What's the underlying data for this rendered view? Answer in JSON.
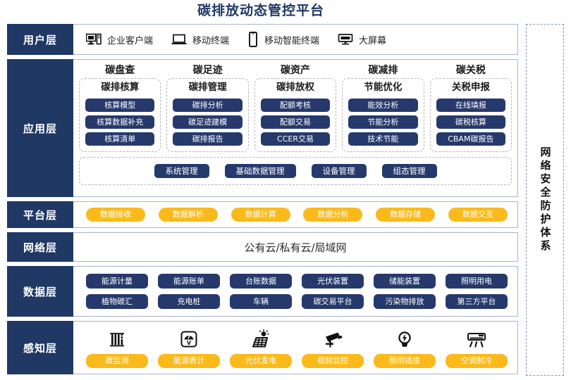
{
  "title": "碳排放动态管控平台",
  "security_column": {
    "label": "网络安全防护体系"
  },
  "layers": {
    "user": {
      "label": "用户层",
      "items": [
        {
          "icon": "desktop-tower-icon",
          "label": "企业客户端"
        },
        {
          "icon": "laptop-icon",
          "label": "移动终端"
        },
        {
          "icon": "smartphone-icon",
          "label": "移动智能终端"
        },
        {
          "icon": "large-screen-icon",
          "label": "大屏幕"
        }
      ]
    },
    "application": {
      "label": "应用层",
      "groups": [
        {
          "title": "碳盘查",
          "subtitle": "碳排核算",
          "items": [
            "核算模型",
            "核算数据补充",
            "核算清单"
          ]
        },
        {
          "title": "碳足迹",
          "subtitle": "碳排管理",
          "items": [
            "碳排分析",
            "碳足迹建模",
            "碳排报告"
          ]
        },
        {
          "title": "碳资产",
          "subtitle": "碳排放权",
          "items": [
            "配额考核",
            "配额交易",
            "CCER交易"
          ]
        },
        {
          "title": "碳减排",
          "subtitle": "节能优化",
          "items": [
            "能效分析",
            "节能分析",
            "技术节能"
          ]
        },
        {
          "title": "碳关税",
          "subtitle": "关税申报",
          "items": [
            "在线填报",
            "碳税核算",
            "CBAM碳报告"
          ]
        }
      ],
      "management": [
        "系统管理",
        "基础数据管理",
        "设备管理",
        "组态管理"
      ]
    },
    "platform": {
      "label": "平台层",
      "items": [
        "数据接收",
        "数据解析",
        "数据计算",
        "数据分析",
        "数据存储",
        "数据交互"
      ]
    },
    "network": {
      "label": "网络层",
      "text": "公有云/私有云/局域网"
    },
    "data": {
      "label": "数据层",
      "row1": [
        "能源计量",
        "能源账单",
        "台账数据",
        "光伏装置",
        "储能装置",
        "照明用电"
      ],
      "row2": [
        "植物碳汇",
        "充电桩",
        "车辆",
        "碳交易平台",
        "污染物排放",
        "第三方平台"
      ]
    },
    "sense": {
      "label": "感知层",
      "icons": [
        "carbon-monitor-icon",
        "energy-meter-icon",
        "solar-panel-icon",
        "cctv-camera-icon",
        "light-bulb-icon",
        "air-conditioner-icon"
      ],
      "items": [
        "碳监测",
        "能源表计",
        "光伏发电",
        "视频监控",
        "照明插座",
        "空调制冷"
      ]
    }
  },
  "colors": {
    "navy": "#1F3864",
    "pill_navy": "#26396C",
    "yellow": "#FBBA1B",
    "border": "#A8B3CC",
    "dashed": "#B6B6B6"
  }
}
